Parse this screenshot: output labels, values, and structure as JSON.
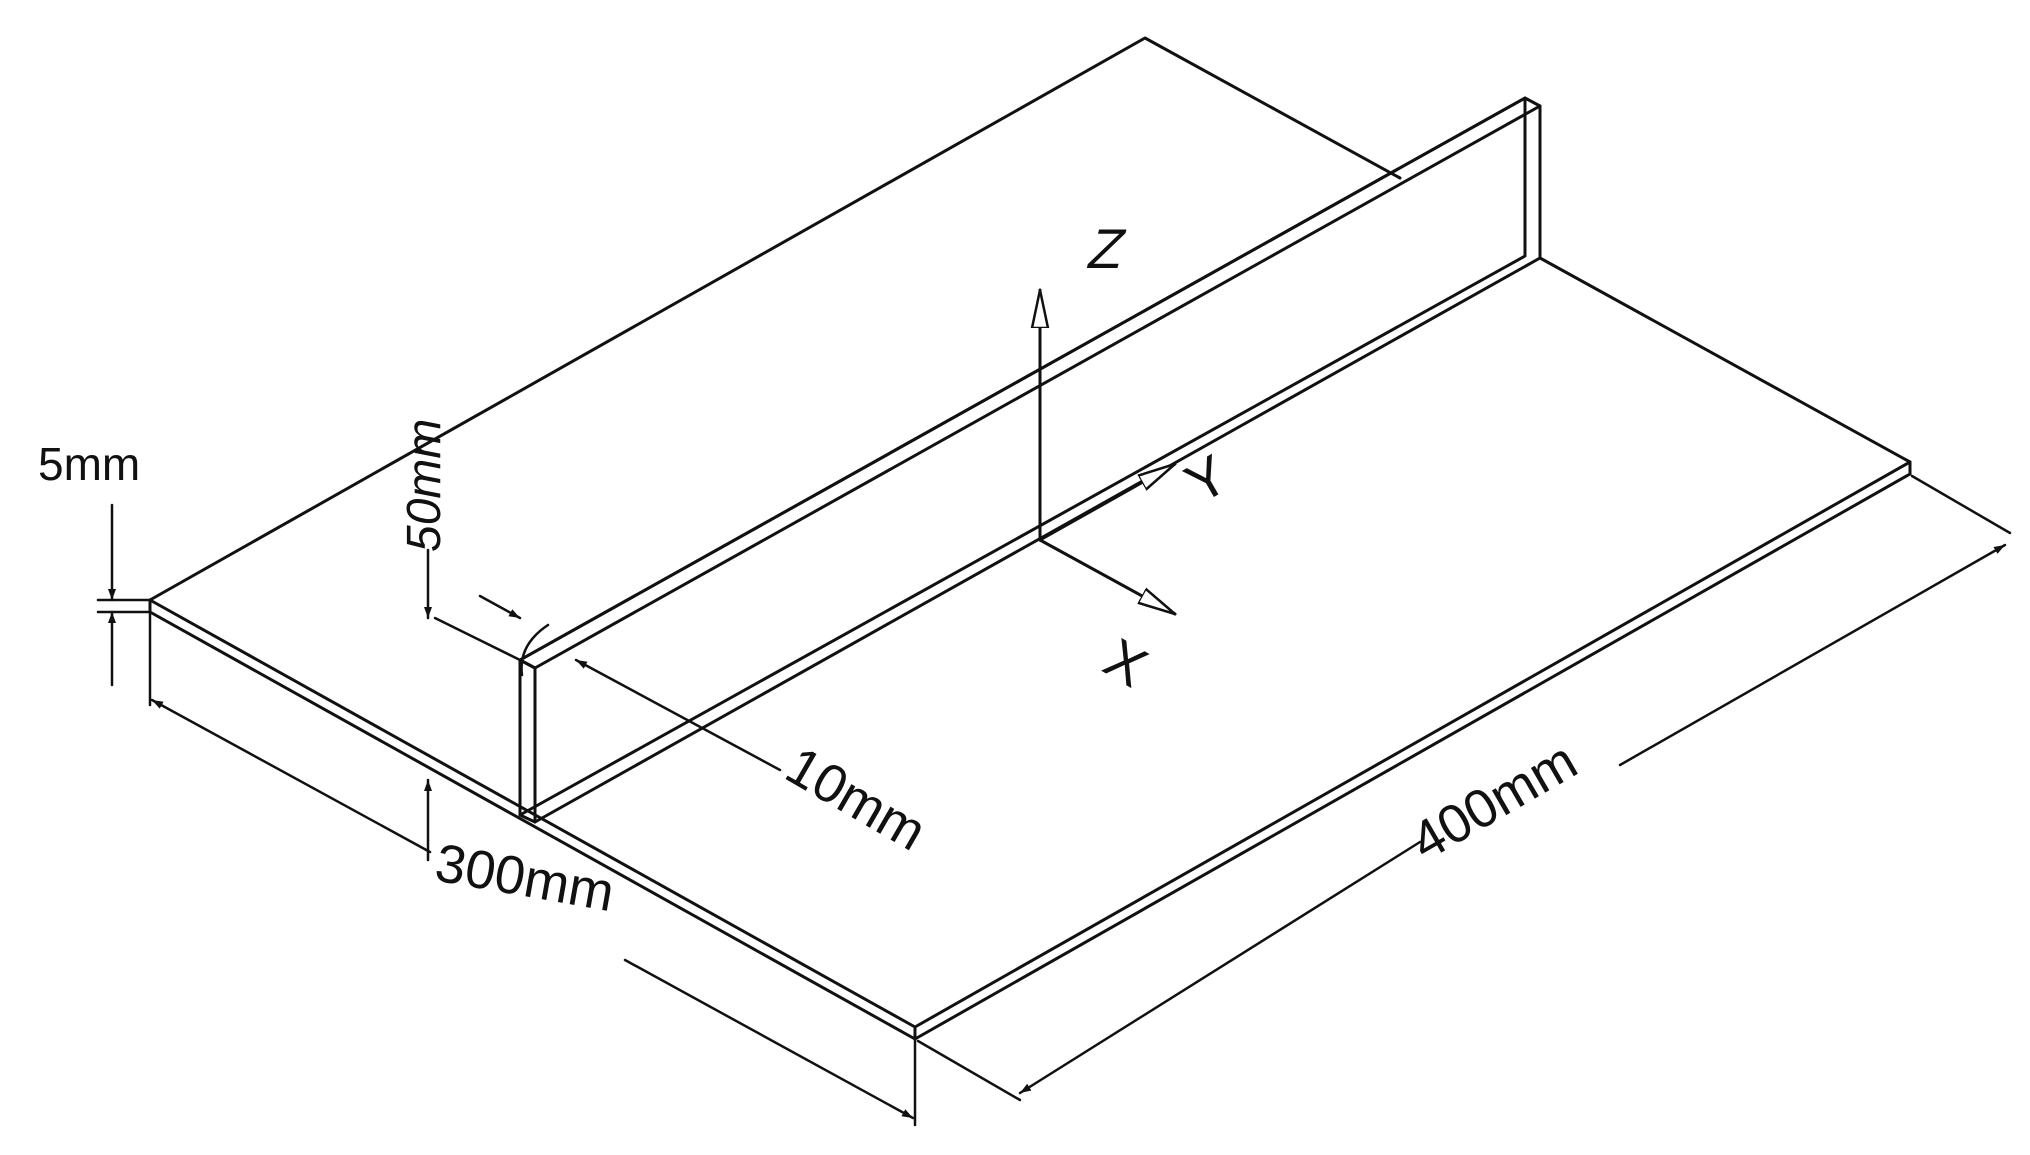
{
  "colors": {
    "line": "#111111",
    "background": "#ffffff"
  },
  "axes": {
    "z": "Z",
    "y": "Y",
    "x": "X"
  },
  "dimensions": {
    "plate_thickness": "5mm",
    "web_height": "50mm",
    "web_thickness": "10mm",
    "plate_width": "300mm",
    "plate_length": "400mm"
  }
}
